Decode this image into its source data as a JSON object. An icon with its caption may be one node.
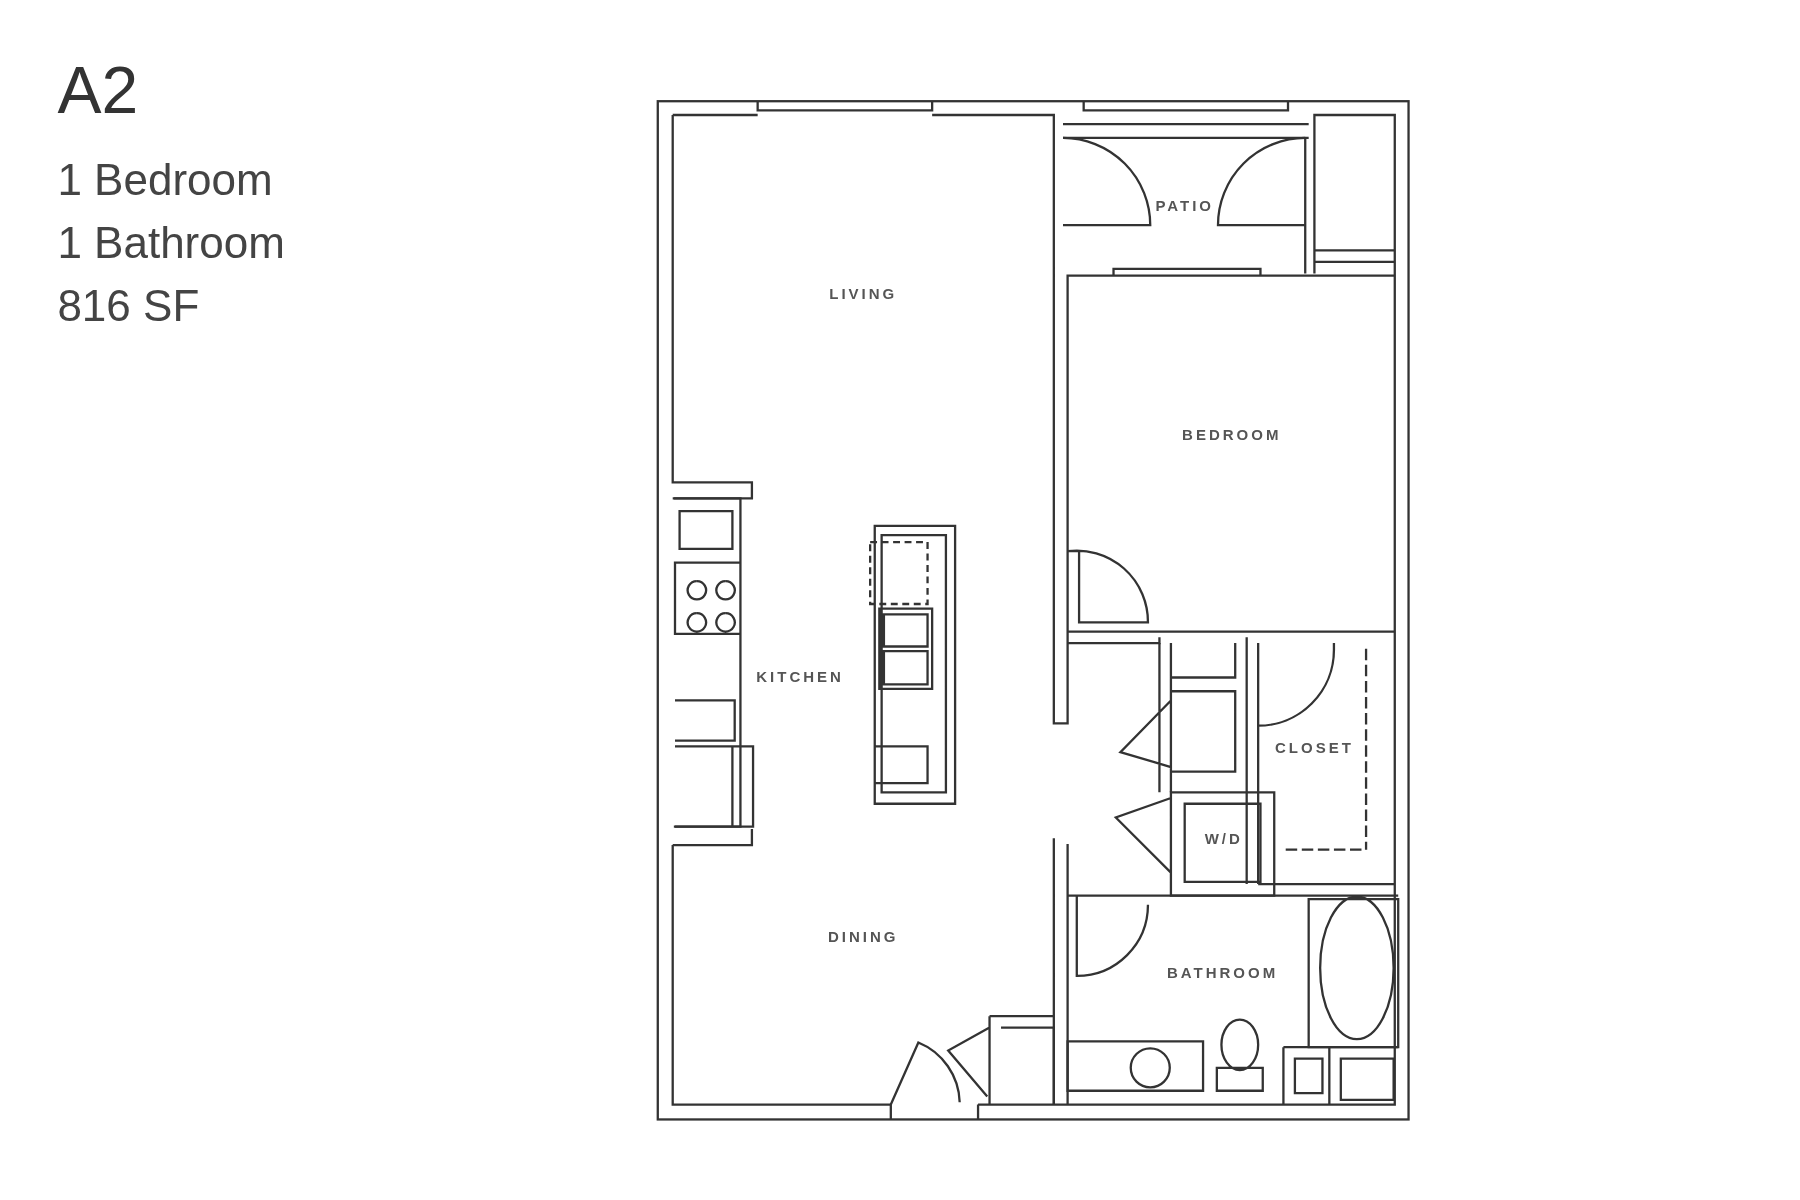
{
  "diagram": {
    "title": "A2",
    "labels": [
      "1 Bedroom",
      "1 Bathroom",
      "816 SF",
      "PATIO",
      "LIVING",
      "BEDROOM",
      "KITCHEN",
      "CLOSET",
      "W/D",
      "DINING",
      "BATHROOM"
    ]
  }
}
